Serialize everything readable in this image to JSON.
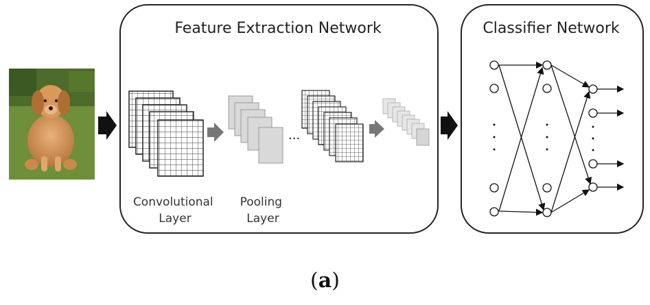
{
  "feature_panel": {
    "title": "Feature Extraction Network",
    "conv_label": [
      "Convolutional",
      "Layer"
    ],
    "pool_label": [
      "Pooling",
      "Layer"
    ],
    "ellipsis": "..."
  },
  "classifier_panel": {
    "title": "Classifier Network"
  },
  "caption": {
    "open": "(",
    "letter": "a",
    "close": ")"
  },
  "colors": {
    "panel_border": "#222222",
    "arrow": "#111111",
    "small_arrow": "#777777",
    "pool_fill": "#d9d9d9",
    "grid_stroke": "#333333"
  },
  "icons": {
    "input_image": "puppy-photo"
  }
}
